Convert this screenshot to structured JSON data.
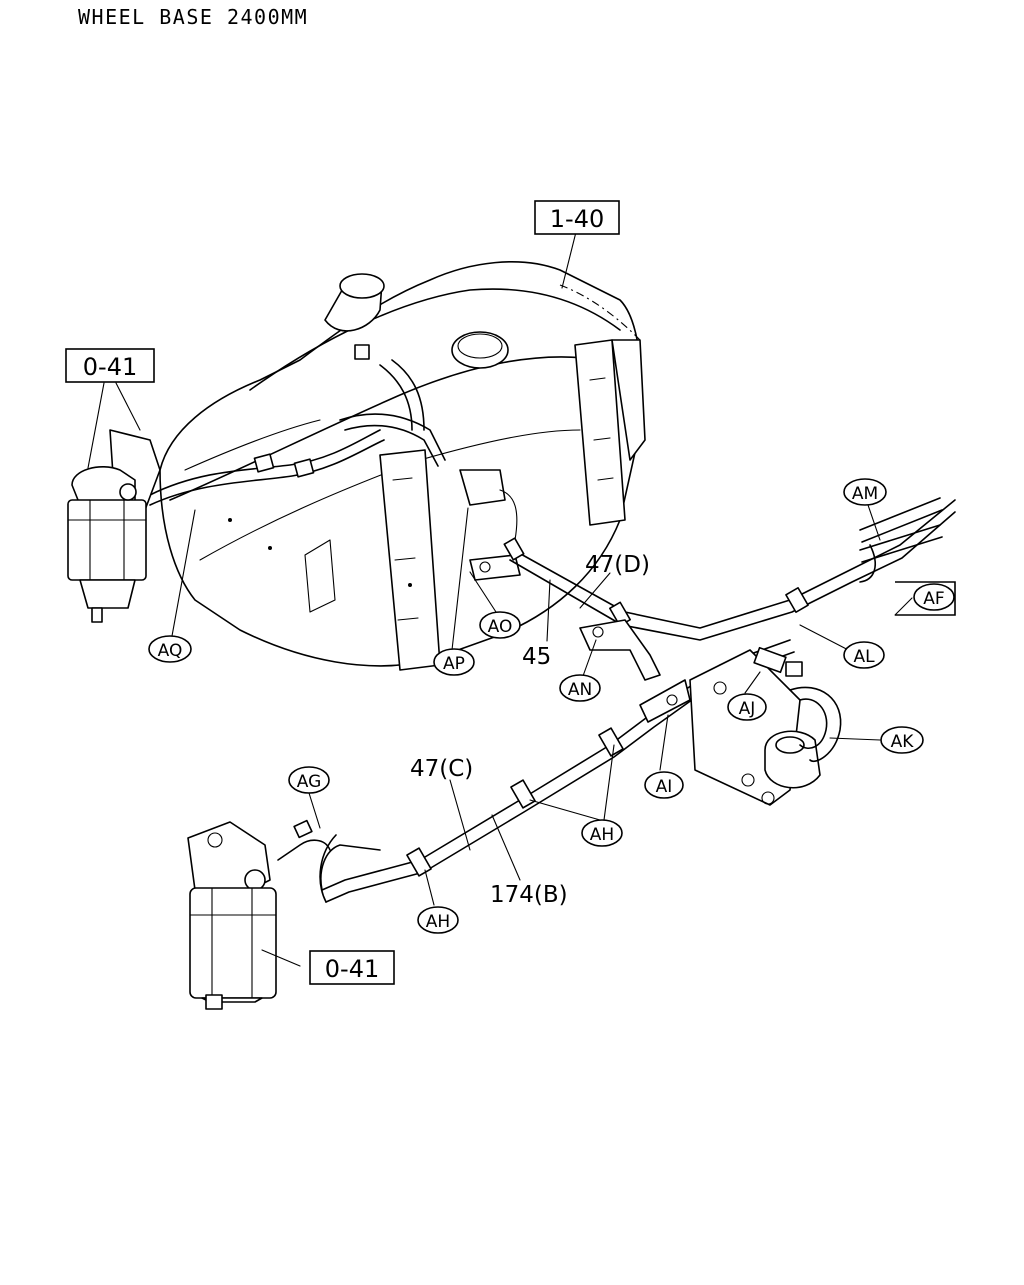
{
  "header": {
    "title": "WHEEL BASE 2400MM"
  },
  "refs": {
    "fuel_tank": "1-40",
    "filter_upper": "0-41",
    "filter_lower": "0-41"
  },
  "labels": {
    "AM": "AM",
    "AF": "AF",
    "AL": "AL",
    "AJ": "AJ",
    "AK": "AK",
    "AQ": "AQ",
    "AP": "AP",
    "AO": "AO",
    "AN": "AN",
    "AG": "AG",
    "AI": "AI",
    "AH1": "AH",
    "AH2": "AH"
  },
  "parts": {
    "p47d": "47(D)",
    "p45": "45",
    "p47c": "47(C)",
    "p174b": "174(B)"
  }
}
